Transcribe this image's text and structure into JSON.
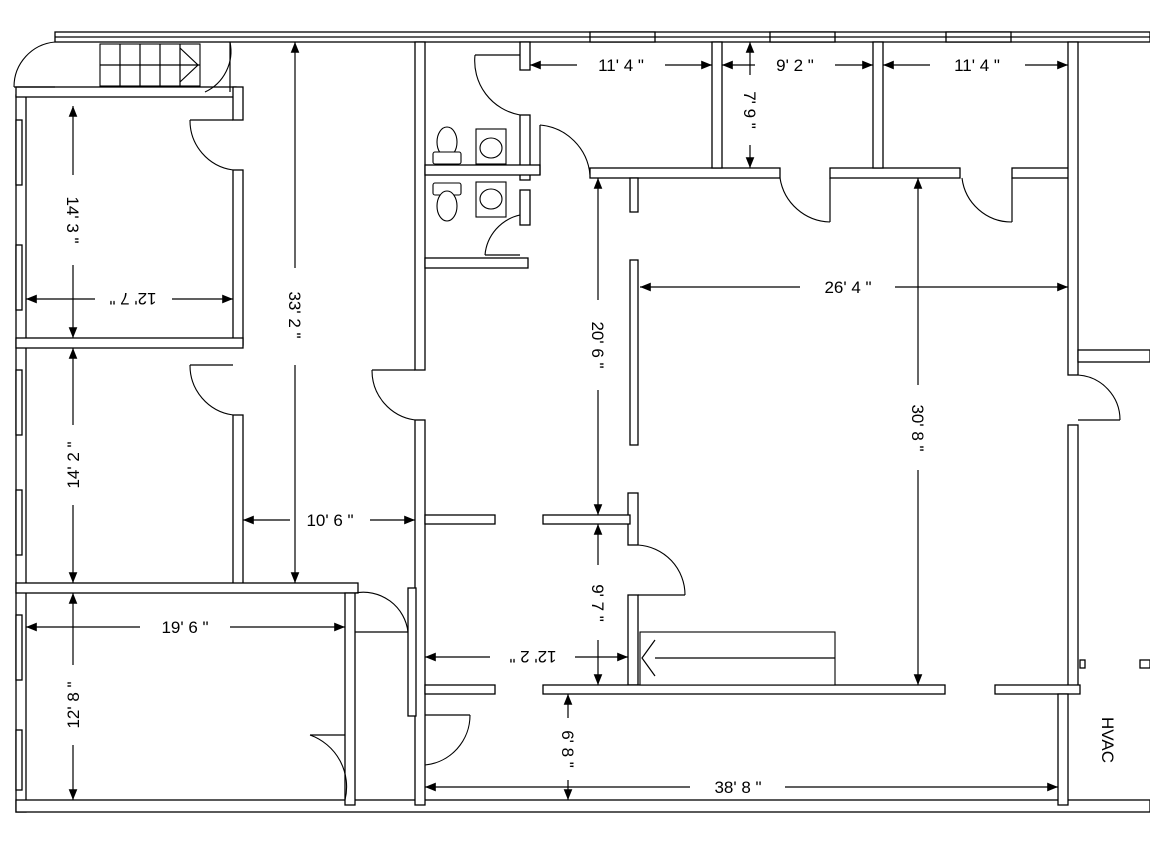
{
  "plan": {
    "dimensions": {
      "top_left_room_width": "11' 4 \"",
      "top_mid_room_width": "9' 2 \"",
      "top_right_room_width": "11' 4 \"",
      "top_room_depth": "7' 9 \"",
      "room1_depth": "14' 3 \"",
      "room1_width": "12' 7 \"",
      "corridor_length": "33' 2 \"",
      "open_area_width": "26' 4 \"",
      "center_depth": "20' 6 \"",
      "open_area_depth": "30' 8 \"",
      "room2_depth": "14' 2 \"",
      "corridor_width": "10' 6 \"",
      "stair_area_depth": "9' 7 \"",
      "room3_width": "19' 6 \"",
      "lower_width": "12' 2 \"",
      "room3_depth": "12' 8 \"",
      "bottom_depth": "6' 8 \"",
      "bottom_width": "38' 8 \""
    },
    "labels": {
      "hvac": "HVAC"
    }
  }
}
